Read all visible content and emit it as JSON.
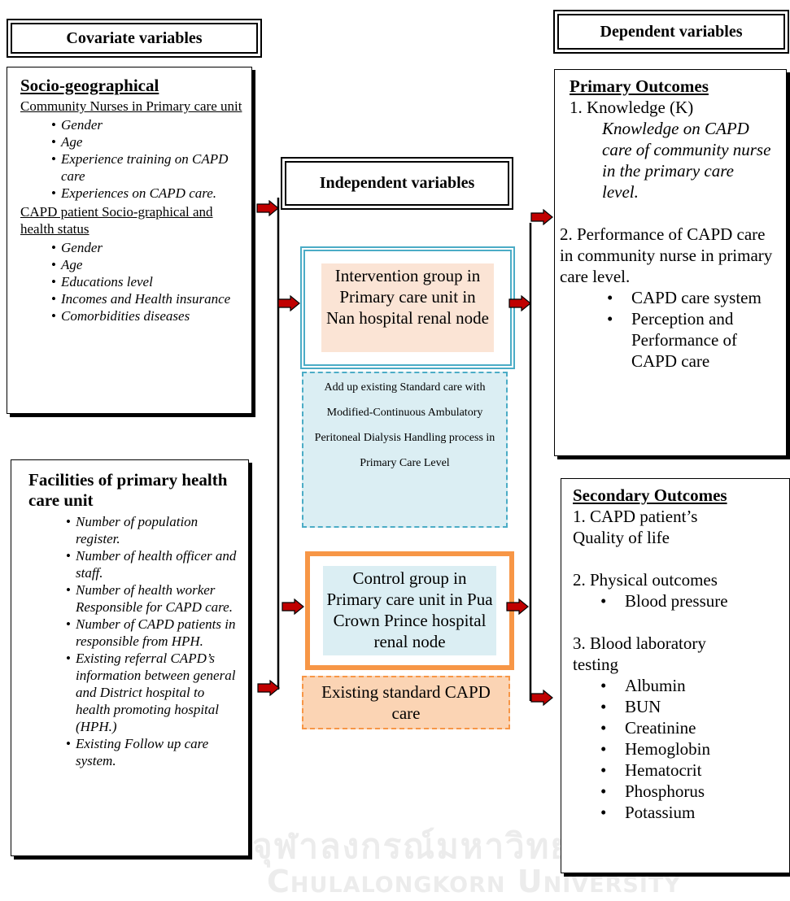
{
  "covariate_header": "Covariate variables",
  "dependent_header": "Dependent variables",
  "independent_header": "Independent variables",
  "socio": {
    "title": "Socio-geographical",
    "nurses_heading": "Community Nurses in Primary care unit",
    "nurse_items": [
      "Gender",
      "Age",
      "Experience training on CAPD care",
      "Experiences on CAPD care."
    ],
    "patient_heading": "CAPD patient Socio-graphical and health status",
    "patient_items": [
      "Gender",
      "Age",
      "Educations level",
      "Incomes and Health insurance",
      "Comorbidities diseases"
    ]
  },
  "facilities": {
    "title": "Facilities of primary health care unit",
    "items": [
      "Number of population register.",
      "Number of health officer and staff.",
      "Number of health worker Responsible for CAPD care.",
      "Number of CAPD patients in responsible from HPH.",
      "Existing referral CAPD’s information between general and District hospital to health promoting hospital (HPH.)",
      "Existing Follow up care system."
    ]
  },
  "intervention": {
    "label": "Intervention group in Primary care unit in Nan hospital renal node",
    "detail": "Add up existing Standard care with Modified-Continuous Ambulatory Peritoneal Dialysis Handling process in Primary Care Level"
  },
  "control": {
    "label": "Control group in Primary care unit in Pua Crown Prince hospital renal node",
    "detail": "Existing standard CAPD care"
  },
  "primary": {
    "title": "Primary Outcomes",
    "k_label": "1. Knowledge (K)",
    "k_item": "Knowledge on CAPD care of community nurse in the primary care level.",
    "perf_label": "2. Performance of CAPD care in community nurse in primary care level.",
    "perf_items": [
      "CAPD care system",
      "Perception and Performance of CAPD care"
    ]
  },
  "secondary": {
    "title": "Secondary Outcomes",
    "qol": "1. CAPD patient’s Quality of life",
    "physical": "2. Physical outcomes",
    "physical_items": [
      "Blood pressure"
    ],
    "lab": "3. Blood laboratory testing",
    "lab_items": [
      "Albumin",
      "BUN",
      "Creatinine",
      "Hemoglobin",
      "Hematocrit",
      "Phosphorus",
      "Potassium"
    ]
  },
  "watermark": {
    "thai": "จุฬาลงกรณ์มหาวิทยาลัย",
    "english": "Chulalongkorn University"
  },
  "colors": {
    "arrow": "#c00000",
    "intervention_border": "#4bacc6",
    "intervention_fill": "#fbe4d5",
    "detail_fill": "#dbeef3",
    "control_border": "#f79646",
    "control_fill": "#dbeef3",
    "existing_fill": "#fbd4b4"
  }
}
